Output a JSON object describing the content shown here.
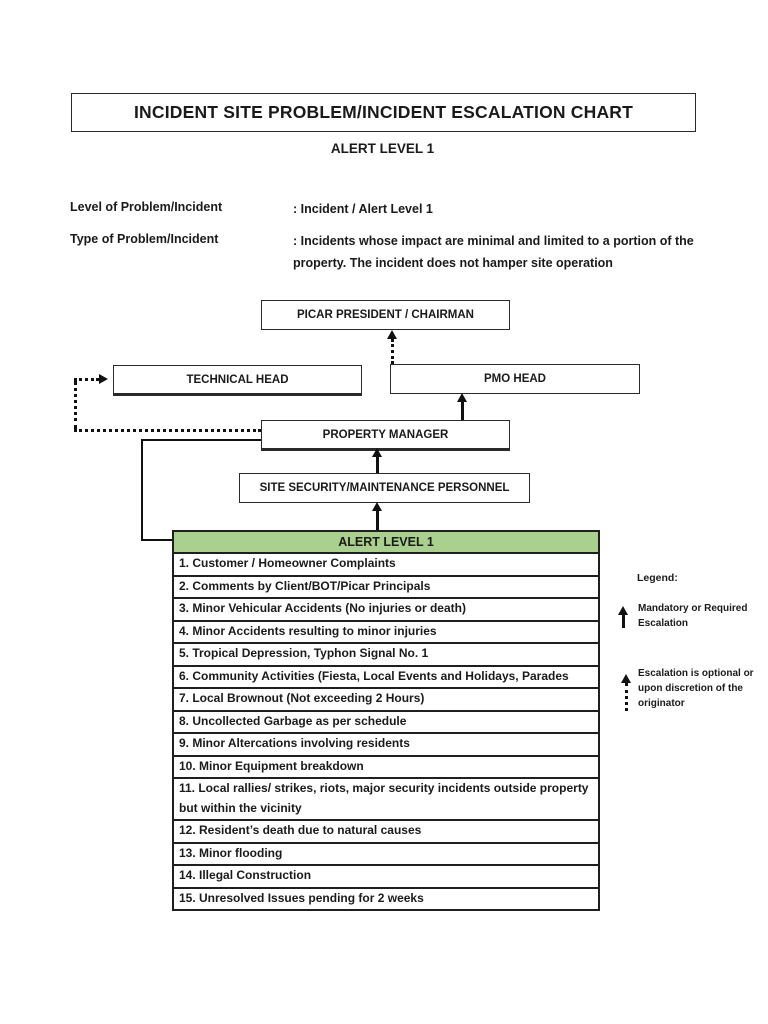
{
  "page": {
    "title": "INCIDENT SITE PROBLEM/INCIDENT ESCALATION CHART",
    "subtitle": "ALERT LEVEL 1"
  },
  "info": {
    "rows": [
      {
        "label": "Level of Problem/Incident",
        "value": ": Incident / Alert Level 1"
      },
      {
        "label": "Type of Problem/Incident",
        "value": ": Incidents whose impact are minimal and limited to a portion of the property. The incident does not hamper site operation"
      }
    ]
  },
  "org_chart": {
    "nodes": [
      {
        "id": "picar",
        "label": "PICAR PRESIDENT / CHAIRMAN"
      },
      {
        "id": "technical",
        "label": "TECHNICAL HEAD"
      },
      {
        "id": "pmo",
        "label": "PMO HEAD"
      },
      {
        "id": "property",
        "label": "PROPERTY MANAGER"
      },
      {
        "id": "site",
        "label": "SITE SECURITY/MAINTENANCE PERSONNEL"
      }
    ],
    "connector_styles": {
      "solid": "mandatory escalation",
      "dotted": "optional escalation"
    }
  },
  "alert_table": {
    "header": "ALERT LEVEL 1",
    "header_color": "#a9d08e",
    "items": [
      "1. Customer / Homeowner Complaints",
      "2. Comments by Client/BOT/Picar Principals",
      "3. Minor Vehicular Accidents (No injuries or death)",
      "4. Minor Accidents resulting to minor injuries",
      "5. Tropical Depression, Typhon Signal No. 1",
      "6. Community Activities (Fiesta, Local Events and Holidays, Parades",
      "7. Local Brownout (Not exceeding 2 Hours)",
      "8. Uncollected Garbage as per schedule",
      "9. Minor Altercations involving residents",
      "10. Minor Equipment breakdown",
      "11. Local rallies/ strikes, riots, major security incidents outside property but within the vicinity",
      "12. Resident’s death due to natural causes",
      "13. Minor flooding",
      "14. Illegal Construction",
      "15. Unresolved Issues pending for 2 weeks"
    ]
  },
  "legend": {
    "title": "Legend:",
    "entries": [
      {
        "icon": "solid-up-arrow",
        "text": "Mandatory or Required Escalation"
      },
      {
        "icon": "dotted-up-arrow",
        "text": "Escalation is optional or upon discretion of the originator"
      }
    ]
  }
}
